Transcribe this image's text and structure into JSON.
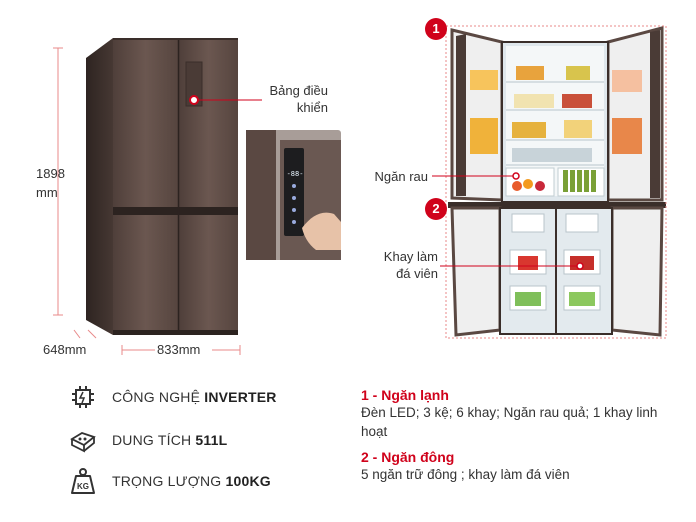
{
  "dimensions": {
    "height": "1898\nmm",
    "depth": "648mm",
    "width": "833mm"
  },
  "callouts": {
    "control_panel": "Bảng điều\nkhiển",
    "crisper": "Ngăn rau",
    "ice_tray": "Khay làm\nđá viên"
  },
  "panel_display": "-88-",
  "badges": {
    "one": "1",
    "two": "2"
  },
  "specs": [
    {
      "icon": "inverter-chip-icon",
      "label": "CÔNG NGHỆ ",
      "value": "INVERTER"
    },
    {
      "icon": "capacity-icon",
      "label": "DUNG TÍCH ",
      "value": "511L"
    },
    {
      "icon": "weight-kg-icon",
      "label": "TRỌNG LƯỢNG ",
      "value": "100KG",
      "icon_text": "KG"
    }
  ],
  "features": [
    {
      "title": "1 - Ngăn lạnh",
      "desc": "Đèn LED; 3 kệ; 6 khay; Ngăn rau quả; 1 khay linh hoạt"
    },
    {
      "title": "2 - Ngăn đông",
      "desc": "5 ngăn trữ đông ; khay làm đá viên"
    }
  ],
  "colors": {
    "accent": "#d0021b",
    "fridge_body": "#5a4842",
    "fridge_edge": "#3d302c"
  }
}
